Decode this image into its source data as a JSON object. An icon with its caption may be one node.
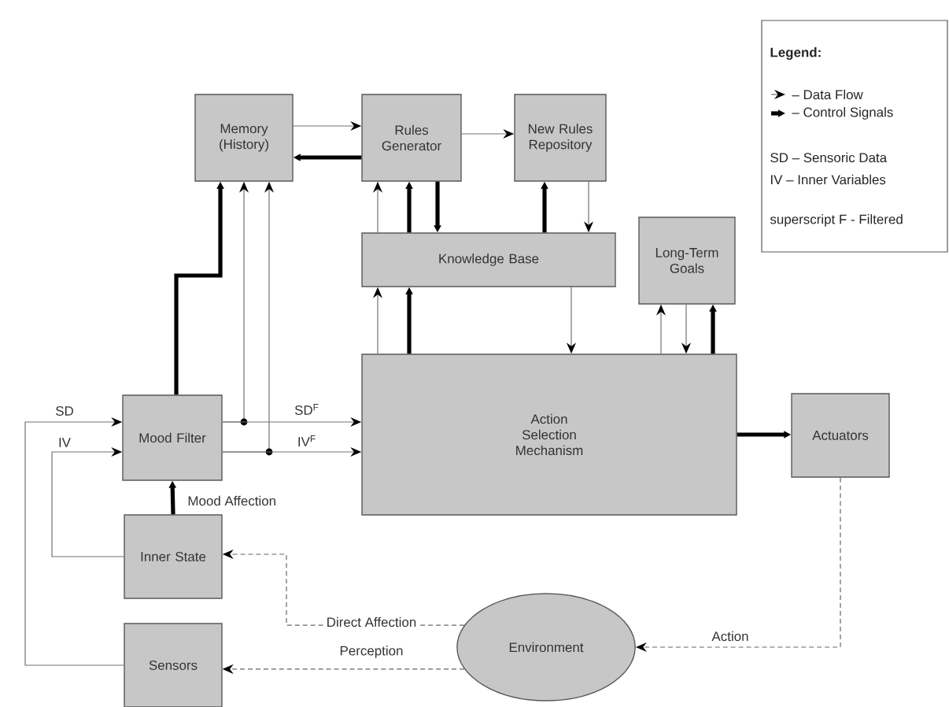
{
  "diagram": {
    "nodes": [
      {
        "text": [
          "Memory (History)"
        ]
      },
      {
        "text": [
          "Rules Generator"
        ]
      },
      {
        "text": [
          "New Rules Repository"
        ]
      },
      {
        "text": [
          "Knowledge Base"
        ]
      },
      {
        "text": [
          "Long-Term Goals"
        ]
      },
      {
        "text": [
          "Action Selection Mechanism"
        ]
      },
      {
        "text": [
          "Actuators"
        ]
      },
      {
        "text": [
          "Mood Filter"
        ]
      },
      {
        "text": [
          "Inner State"
        ]
      },
      {
        "text": [
          "Sensors"
        ]
      },
      {
        "text": [
          "Environment"
        ]
      }
    ],
    "edges": [
      {
        "from": 0,
        "to": 1,
        "arrow": "to"
      },
      {
        "from": 1,
        "to": 2,
        "arrow": "to"
      },
      {
        "from": 1,
        "to": 0,
        "arrow": "to",
        "style": "thick",
        "color": "#000000"
      },
      {
        "from": 7,
        "to": 0,
        "arrow": "to",
        "style": "thick",
        "color": "#000000"
      },
      {
        "from": 7,
        "to": 0,
        "arrow": "to"
      },
      {
        "from": 7,
        "to": 0,
        "arrow": "to"
      },
      {
        "from": 7,
        "to": 5,
        "arrow": "to",
        "label": "SD$^{F}$"
      },
      {
        "from": 7,
        "to": 5,
        "arrow": "to",
        "label": "IV$^{F}$"
      },
      {
        "from": 3,
        "to": 1,
        "arrow": "to"
      },
      {
        "from": 3,
        "to": 1,
        "arrow": "to",
        "style": "thick",
        "color": "#000000"
      },
      {
        "from": 1,
        "to": 3,
        "arrow": "to",
        "style": "thick",
        "color": "#000000"
      },
      {
        "from": 3,
        "to": 2,
        "arrow": "to",
        "style": "thick",
        "color": "#000000"
      },
      {
        "from": 2,
        "to": 3,
        "arrow": "to"
      },
      {
        "from": 5,
        "to": 3,
        "arrow": "to"
      },
      {
        "from": 5,
        "to": 3,
        "arrow": "to",
        "style": "thick",
        "color": "#000000"
      },
      {
        "from": 3,
        "to": 5,
        "arrow": "to"
      },
      {
        "from": 5,
        "to": 4,
        "arrow": "to"
      },
      {
        "from": 4,
        "to": 5,
        "arrow": "to"
      },
      {
        "from": 5,
        "to": 4,
        "arrow": "to",
        "style": "thick",
        "color": "#000000"
      },
      {
        "from": 5,
        "to": 6,
        "arrow": "to",
        "style": "thick",
        "color": "#000000"
      },
      {
        "from": 6,
        "to": 10,
        "arrow": "to",
        "style": "dashed",
        "label": "Action"
      },
      {
        "from": 10,
        "to": 8,
        "arrow": "to",
        "style": "dashed",
        "label": "Direct Affection"
      },
      {
        "from": 10,
        "to": 9,
        "arrow": "to",
        "style": "dashed",
        "label": "Perception"
      },
      {
        "from": 8,
        "to": 7,
        "arrow": "to",
        "style": "thick",
        "color": "#000000",
        "label": "Mood Affection"
      },
      {
        "from": 9,
        "to": 7,
        "arrow": "to",
        "label": "SD"
      },
      {
        "from": 8,
        "to": 7,
        "arrow": "to",
        "label": "IV"
      }
    ],
    "labels": [
      "Legend:",
      "SD – Sensoric Data",
      "IV   – Inner Variables",
      "superscript F - Filtered"
    ],
    "legend": [
      {
        "text": "– Data Flow"
      },
      {
        "text": "– Control Signals"
      }
    ]
  }
}
